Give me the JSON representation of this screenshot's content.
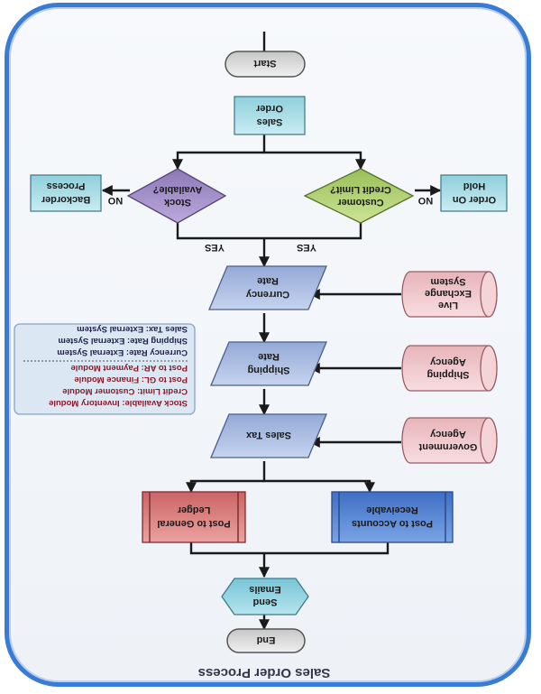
{
  "title": "Sales Order Process",
  "nodes": {
    "start": "Start",
    "sales_order": [
      "Sales",
      "Order"
    ],
    "stock_available": [
      "Stock",
      "Available?"
    ],
    "backorder_process": [
      "Backorder",
      "Process"
    ],
    "customer_credit": [
      "Customer",
      "Credit Limit?"
    ],
    "order_on_hold": [
      "Order On",
      "Hold"
    ],
    "currency_rate": [
      "Currency",
      "Rate"
    ],
    "shipping_rate": [
      "Shipping",
      "Rate"
    ],
    "sales_tax": "Sales Tax",
    "live_exchange": [
      "Live",
      "Exchange",
      "System"
    ],
    "shipping_agency": [
      "Shipping",
      "Agency"
    ],
    "government_agency": [
      "Government",
      "Agency"
    ],
    "post_general": [
      "Post to General",
      "Ledger"
    ],
    "post_receivable": [
      "Post to Accounts",
      "Receivable"
    ],
    "send_emails": [
      "Send",
      "Emails"
    ],
    "end": "End"
  },
  "edge_labels": {
    "no_left": "NO",
    "no_right": "NO",
    "yes_left": "YES",
    "yes_right": "YES"
  },
  "notes": {
    "lines_top": [
      "Stock Available: Inventory Module",
      "Credit Limit: Customer Module",
      "Post to GL: Finance Module",
      "Post to AR: Payment Module"
    ],
    "lines_bottom": [
      "Currency Rate: External System",
      "Shipping Rate: External System",
      "Sales Tax: External System"
    ]
  },
  "colors": {
    "frame": "#3a7bd5",
    "terminal": "#d9d9d9",
    "process": "#a6dbe4",
    "parallelogram": "#a7b9dd",
    "diamond_stock": "#a38fc6",
    "diamond_credit": "#b2cf74",
    "cylinder": "#f2cbcf",
    "ledger": "#d9797a",
    "receivable": "#4f81d4",
    "hexagon": "#8ed2e2",
    "note_bg": "#dbe8f4"
  }
}
